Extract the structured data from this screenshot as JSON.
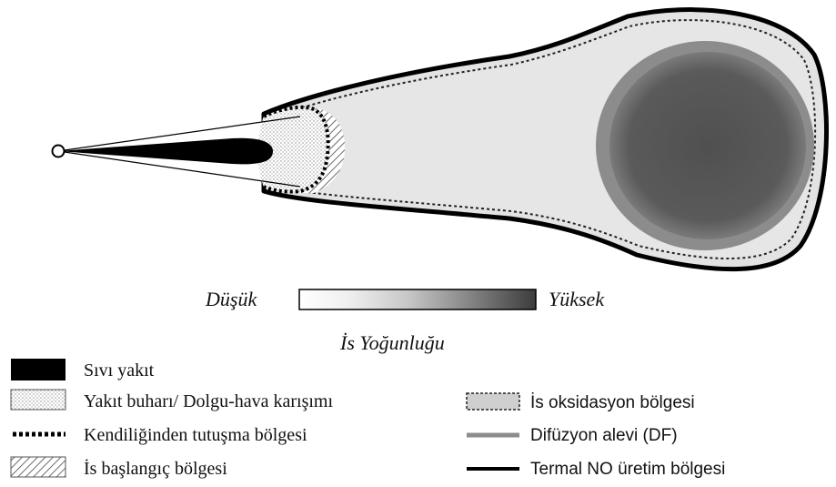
{
  "scale": {
    "low_label": "Düşük",
    "high_label": "Yüksek",
    "caption": "İs Yoğunluğu"
  },
  "legend": {
    "left": [
      {
        "label": "Sıvı yakıt",
        "symbol": "solid-black"
      },
      {
        "label": "Yakıt buharı/ Dolgu-hava karışımı",
        "symbol": "dotted-fill"
      },
      {
        "label": "Kendiliğinden tutuşma bölgesi",
        "symbol": "dotted-line"
      },
      {
        "label": "İs başlangıç bölgesi",
        "symbol": "hatched"
      }
    ],
    "right": [
      {
        "label": "İs oksidasyon bölgesi",
        "symbol": "gray-box-dashed"
      },
      {
        "label": "Difüzyon alevi (DF)",
        "symbol": "gray-line"
      },
      {
        "label": "Termal NO üretim bölgesi",
        "symbol": "black-line"
      }
    ]
  },
  "colors": {
    "liquid_fuel": "#000000",
    "soot_low": "#f2f2f2",
    "soot_high": "#3c3c3c",
    "oxidation_zone": "#e3e3e3",
    "diffusion_flame": "#8c8c8c",
    "core": "#555555"
  }
}
